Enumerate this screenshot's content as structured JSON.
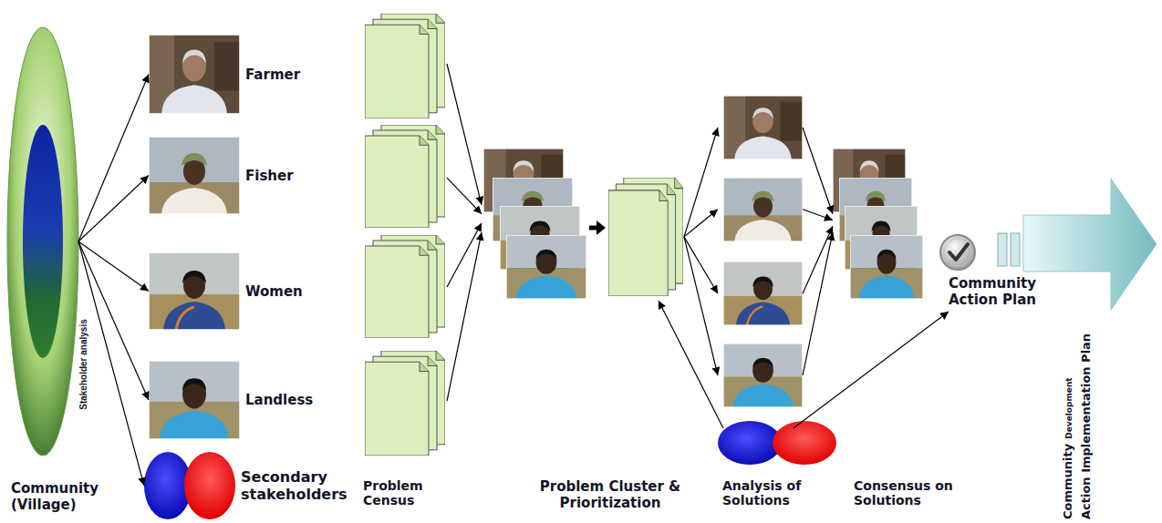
{
  "diagram": {
    "nodes": [
      {
        "text": [
          "Community (Village)"
        ]
      },
      {
        "text": [
          "Farmer"
        ]
      },
      {
        "text": [
          "Fisher"
        ]
      },
      {
        "text": [
          "Women"
        ]
      },
      {
        "text": [
          "Landless"
        ]
      },
      {
        "text": [
          "Secondary stakeholders"
        ]
      },
      {
        "text": [
          "Problem Census"
        ]
      },
      {
        "text": [
          "Problem Cluster & Prioritization"
        ]
      },
      {
        "text": [
          "Analysis of Solutions"
        ]
      },
      {
        "text": [
          "Consensus on Solutions"
        ]
      },
      {
        "text": [
          "Community Action Plan"
        ]
      },
      {
        "text": [
          "Community",
          "Development",
          "Action Implementation Plan"
        ]
      }
    ],
    "edges": [
      {
        "from": 0,
        "to": 1,
        "arrow": "to"
      },
      {
        "from": 0,
        "to": 2,
        "arrow": "to"
      },
      {
        "from": 0,
        "to": 3,
        "arrow": "to"
      },
      {
        "from": 0,
        "to": 4,
        "arrow": "to"
      },
      {
        "from": 0,
        "to": 5,
        "arrow": "to"
      },
      {
        "from": 6,
        "to": 7,
        "arrow": "to"
      },
      {
        "from": 7,
        "to": 8,
        "arrow": "to"
      },
      {
        "from": 8,
        "to": 9,
        "arrow": "to"
      },
      {
        "from": 8,
        "to": 7,
        "arrow": "to"
      },
      {
        "from": 8,
        "to": 10,
        "arrow": "to"
      }
    ],
    "labels": [
      "Stakeholder analysis"
    ]
  }
}
